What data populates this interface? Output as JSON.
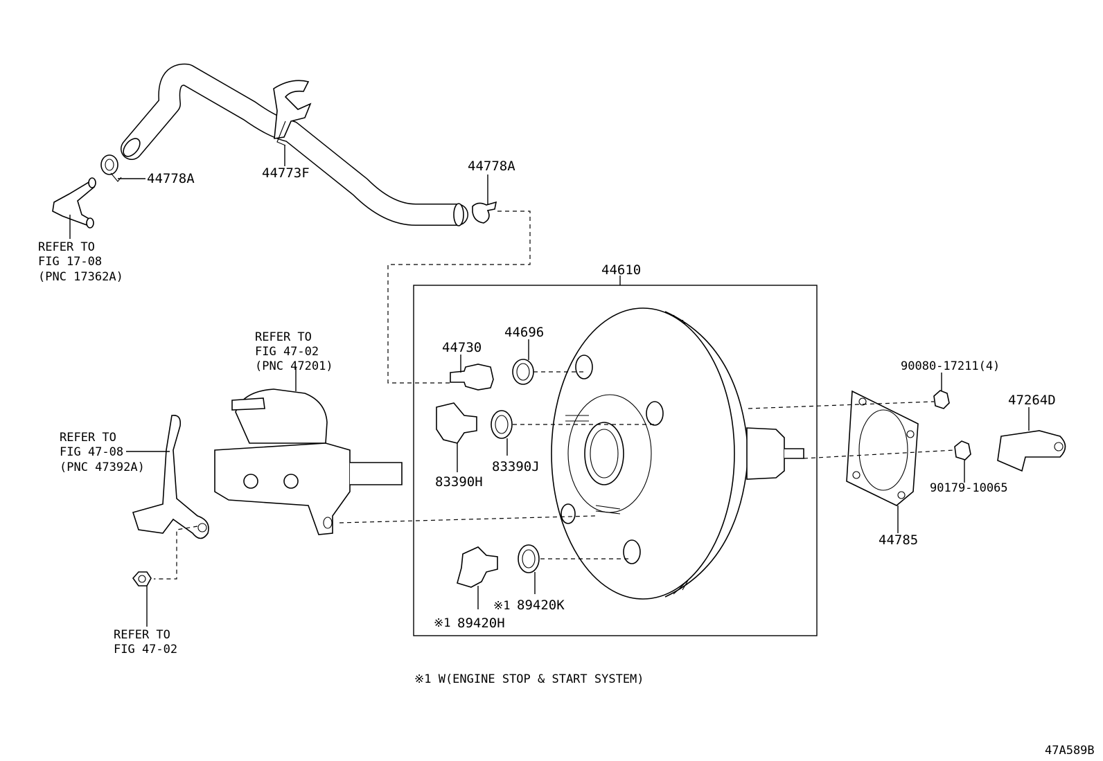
{
  "parts": {
    "p44778A_left": "44778A",
    "p44773F": "44773F",
    "p44778A_right": "44778A",
    "p44610": "44610",
    "p44730": "44730",
    "p44696": "44696",
    "p83390H": "83390H",
    "p83390J": "83390J",
    "p89420H": "89420H",
    "p89420K": "89420K",
    "p90080": "90080-17211(4)",
    "p47264D": "47264D",
    "p90179": "90179-10065",
    "p44785": "44785"
  },
  "refs": {
    "fig1708": {
      "l1": "REFER TO",
      "l2": "FIG 17-08",
      "l3": "(PNC 17362A)"
    },
    "fig4702a": {
      "l1": "REFER TO",
      "l2": "FIG 47-02",
      "l3": "(PNC 47201)"
    },
    "fig4708": {
      "l1": "REFER TO",
      "l2": "FIG 47-08",
      "l3": "(PNC 47392A)"
    },
    "fig4702b": {
      "l1": "REFER TO",
      "l2": "FIG 47-02"
    }
  },
  "mark": "※1",
  "footnote": "※1 W(ENGINE STOP & START SYSTEM)",
  "diagram_id": "47A589B"
}
